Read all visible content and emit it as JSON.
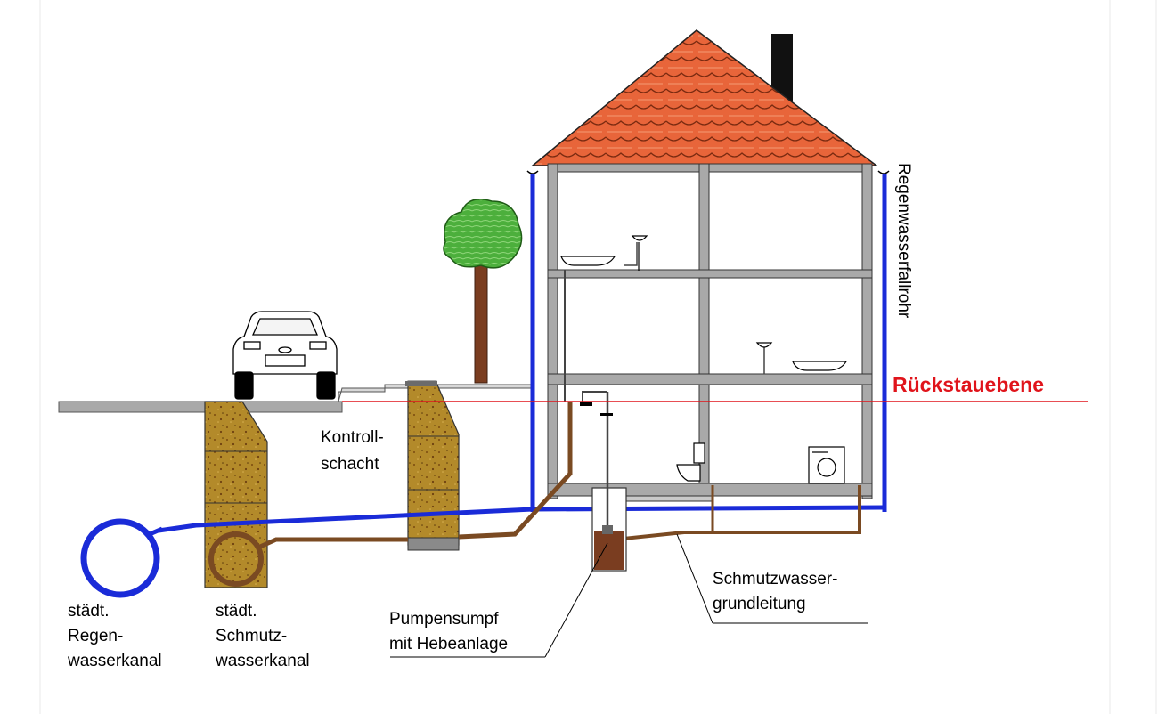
{
  "labels": {
    "regen_kanal": [
      "städt.",
      "Regen-",
      "wasserkanal"
    ],
    "schmutz_kanal": [
      "städt.",
      "Schmutz-",
      "wasserkanal"
    ],
    "kontrollschacht": [
      "Kontroll-",
      "schacht"
    ],
    "pumpensumpf": [
      "Pumpensumpf",
      "mit Hebeanlage"
    ],
    "grundleitung": [
      "Schmutzwasser-",
      "grundleitung"
    ],
    "fallrohr": "Regenwasserfallrohr",
    "rueckstauebene": "Rückstauebene"
  },
  "colors": {
    "rain_pipe": "#1a2bd8",
    "sewage_pipe": "#7a4a22",
    "soil": "#b38a2a",
    "roof": "#e8653a",
    "wall": "#a9a9a9",
    "tree": "#4caf3c",
    "trunk": "#7a3d20",
    "backflow_line": "#e0141b"
  },
  "icons": [
    "car-icon",
    "tree-icon",
    "sink-icon",
    "toilet-icon",
    "washing-machine-icon",
    "chimney-icon"
  ]
}
